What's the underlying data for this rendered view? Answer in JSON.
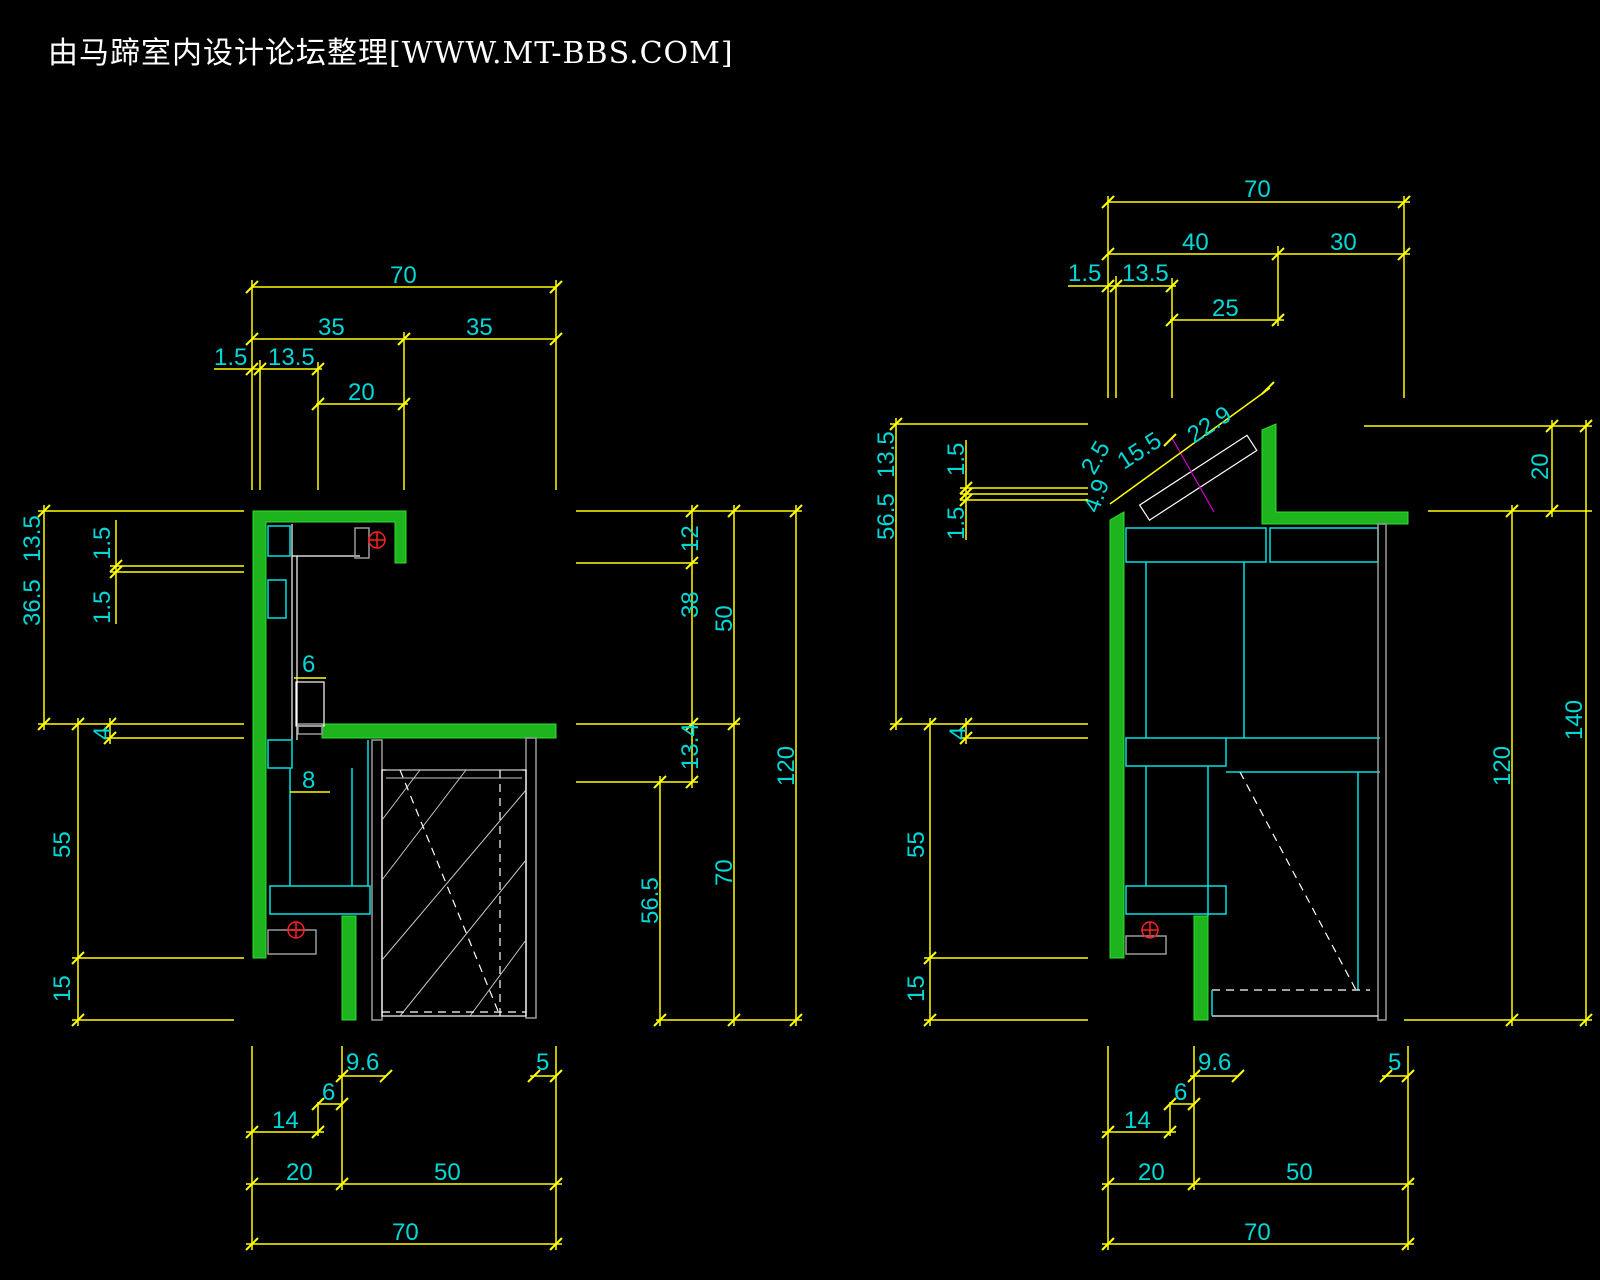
{
  "title": "由马蹄室内设计论坛整理[WWW.MT-BBS.COM]",
  "left_section": {
    "top_dims": {
      "overall": "70",
      "half_a": "35",
      "half_b": "35",
      "thk": "1.5",
      "depth": "13.5",
      "inner": "20"
    },
    "left_dims": {
      "a": "13.5",
      "b": "1.5",
      "c": "36.5",
      "d": "1.5",
      "e": "4",
      "f": "55",
      "g": "15"
    },
    "mid_dims": {
      "m6": "6",
      "m8": "8"
    },
    "right_dims": {
      "a": "12",
      "b": "38",
      "c": "50",
      "d": "13.4",
      "e": "56.5",
      "f": "70",
      "g": "120"
    },
    "bottom_dims": {
      "a": "9.6",
      "b": "5",
      "c": "6",
      "d": "14",
      "e": "20",
      "f": "50",
      "g": "70"
    }
  },
  "right_section": {
    "top_dims": {
      "overall": "70",
      "a": "40",
      "b": "30",
      "thk": "1.5",
      "depth": "13.5",
      "c": "25"
    },
    "slope_dims": {
      "a": "22.9",
      "b": "15.5",
      "c": "2.5",
      "d": "4.9"
    },
    "left_dims": {
      "a": "13.5",
      "b": "56.5",
      "c": "1.5",
      "d": "1.5",
      "e": "4",
      "f": "55",
      "g": "15"
    },
    "right_dims": {
      "a": "20",
      "b": "140",
      "c": "120"
    },
    "bottom_dims": {
      "a": "9.6",
      "b": "5",
      "c": "6",
      "d": "14",
      "e": "20",
      "f": "50",
      "g": "70"
    }
  }
}
